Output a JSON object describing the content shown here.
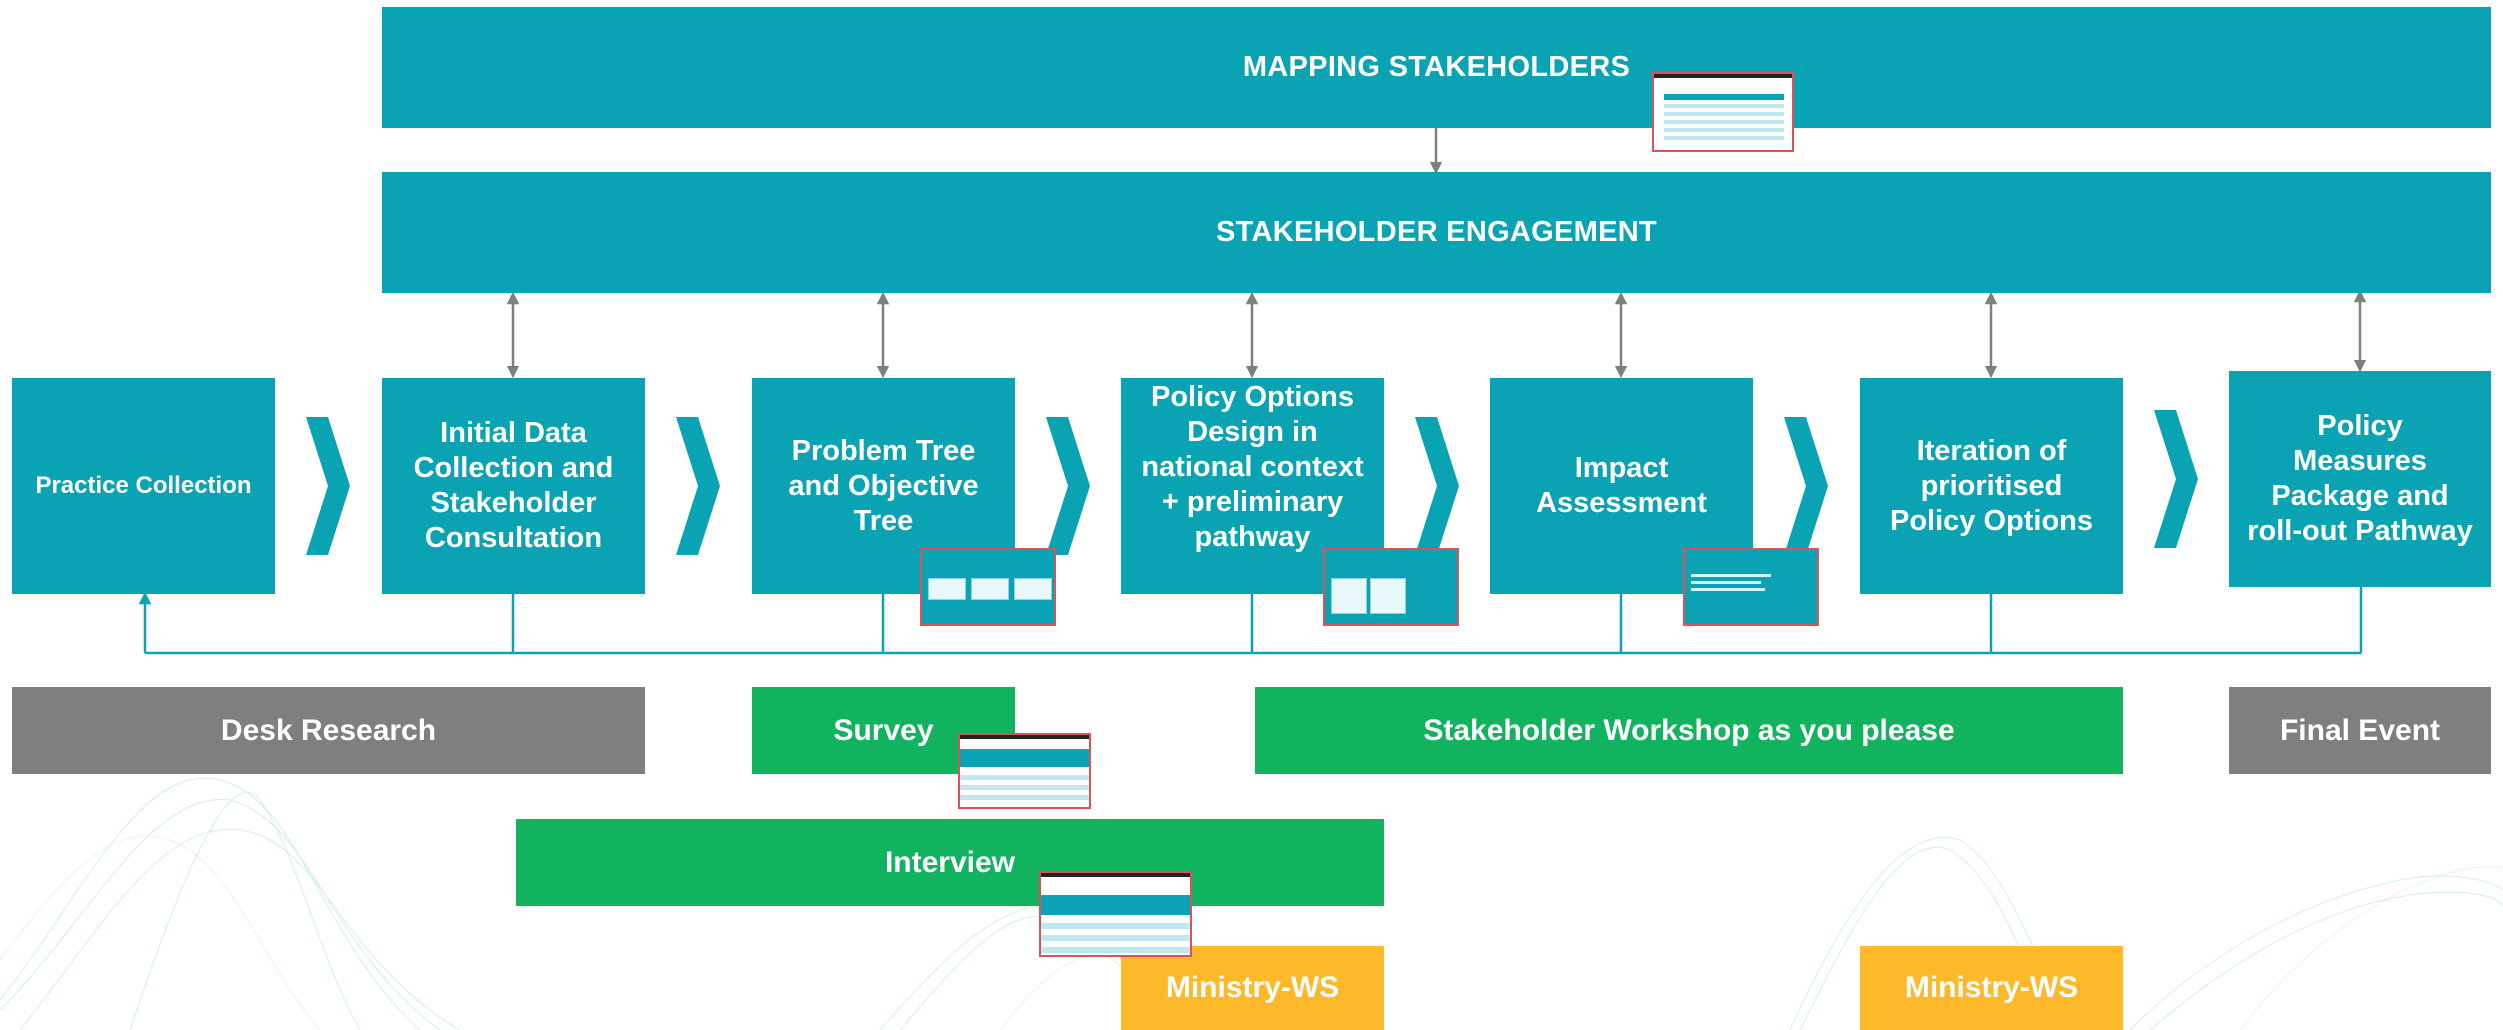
{
  "banners": {
    "mapping": "MAPPING STAKEHOLDERS",
    "engagement": "STAKEHOLDER ENGAGEMENT"
  },
  "steps": [
    {
      "label": "Practice Collection"
    },
    {
      "label": "Initial Data Collection and Stakeholder Consultation"
    },
    {
      "label": "Problem Tree and Objective Tree"
    },
    {
      "label": "Policy Options Design in national context + preliminary pathway"
    },
    {
      "label": "Impact Assessment"
    },
    {
      "label": "Iteration of prioritised Policy Options"
    },
    {
      "label": "Policy Measures Package and roll-out Pathway"
    }
  ],
  "methods": {
    "desk_research": "Desk Research",
    "survey": "Survey",
    "workshop": "Stakeholder Workshop as you please",
    "final_event": "Final Event",
    "interview": "Interview",
    "ministry_ws_1": "Ministry-WS",
    "ministry_ws_2": "Ministry-WS"
  },
  "colors": {
    "teal": "#0aa3b3",
    "green": "#12b35f",
    "gray": "#7f7f7f",
    "amber": "#fdb92a",
    "thumbnail_border": "#e0505a"
  }
}
